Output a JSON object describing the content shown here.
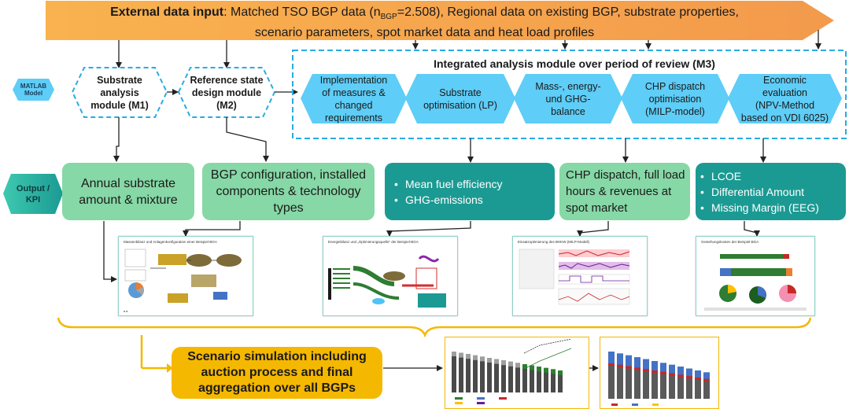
{
  "banner": {
    "bold_label": "External data input",
    "line1_pre": ": Matched TSO BGP data (n",
    "line1_sub": "BGP",
    "line1_post": "=2.508), Regional data on existing BGP, substrate properties,",
    "line2": "scenario parameters, spot market data and heat load profiles",
    "color": "#f6a04d"
  },
  "matlab": {
    "line1": "MATLAB",
    "line2": "Model"
  },
  "modules": {
    "m1": [
      "Substrate",
      "analysis",
      "module (M1)"
    ],
    "m2": [
      "Reference state",
      "design module",
      "(M2)"
    ],
    "m3_title": "Integrated analysis module over period of review (M3)",
    "m3_steps": [
      [
        "Implementation",
        "of measures &",
        "changed",
        "requirements"
      ],
      [
        "Substrate",
        "optimisation (LP)"
      ],
      [
        "Mass-, energy-",
        "und GHG-",
        "balance"
      ],
      [
        "CHP dispatch",
        "optimisation",
        "(MILP-model)"
      ],
      [
        "Economic",
        "evaluation",
        "(NPV-Method",
        "based on VDI 6025)"
      ]
    ]
  },
  "output": {
    "line1": "Output /",
    "line2": "KPI"
  },
  "outputs": {
    "o1": [
      "Annual substrate",
      "amount & mixture"
    ],
    "o2": [
      "BGP configuration, installed",
      "components & technology",
      "types"
    ],
    "o3": [
      "Mean fuel efficiency",
      "GHG-emissions"
    ],
    "o4": [
      "CHP dispatch, full load",
      "hours & revenues at",
      "spot market"
    ],
    "o5": [
      "LCOE",
      "Differential Amount",
      "Missing Margin (EEG)"
    ]
  },
  "thumbnails": {
    "t1": "Massenbilanz und Anlagenkonfiguration einer Beispiel-BGA",
    "t2": "Energiebilanz und „Optimierungsquelle“ der Beispiel-BGA",
    "t3": "Einsatzoptimierung des BHKW (MILP-Modell)",
    "t4": "Gestehungskosten der Beispiel-BGA"
  },
  "scenario": {
    "line1": "Scenario simulation  including",
    "line2": "auction process and final",
    "line3": "aggregation over all BGPs"
  },
  "colors": {
    "hex_fill": "#5ecdf7",
    "dashed": "#29abe2",
    "light_green": "#86d8a6",
    "teal": "#1b9a93",
    "gold": "#f5b800"
  }
}
